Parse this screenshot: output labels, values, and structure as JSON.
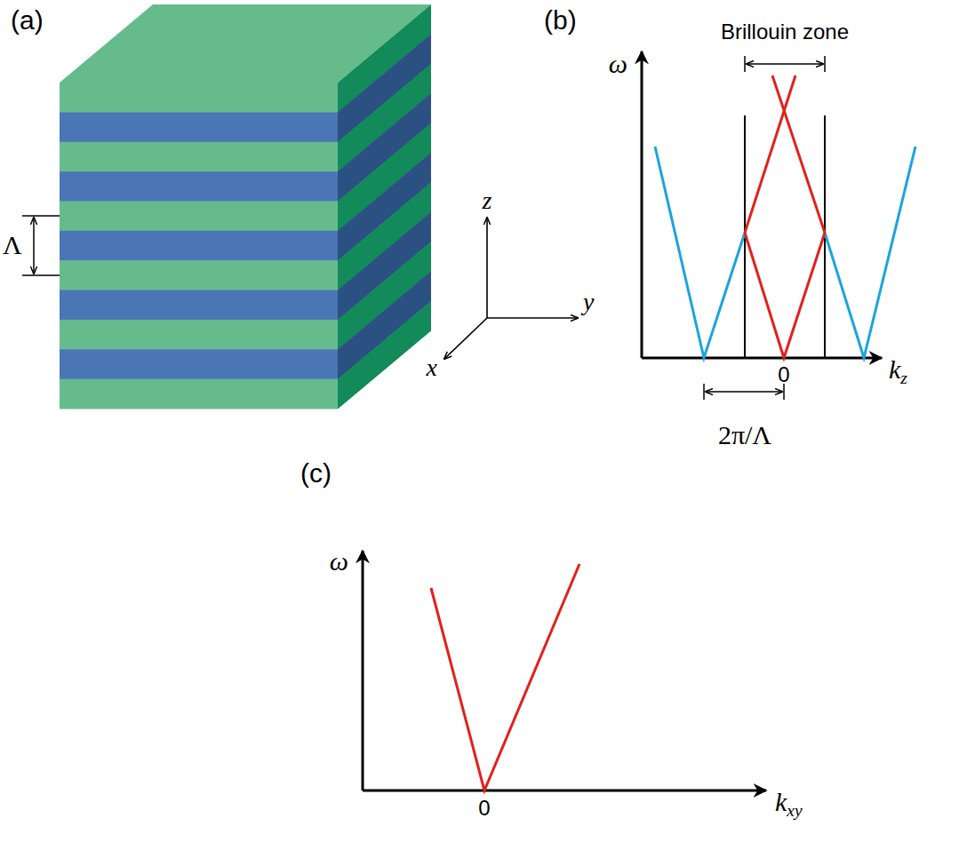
{
  "diagram": {
    "labels": [
      "(a)",
      "Λ",
      "z",
      "y",
      "x",
      "(b)",
      "Brillouin zone",
      "ω",
      "kz",
      "0",
      "2π/Λ",
      "(c)",
      "ω",
      "kxy",
      "0"
    ]
  }
}
